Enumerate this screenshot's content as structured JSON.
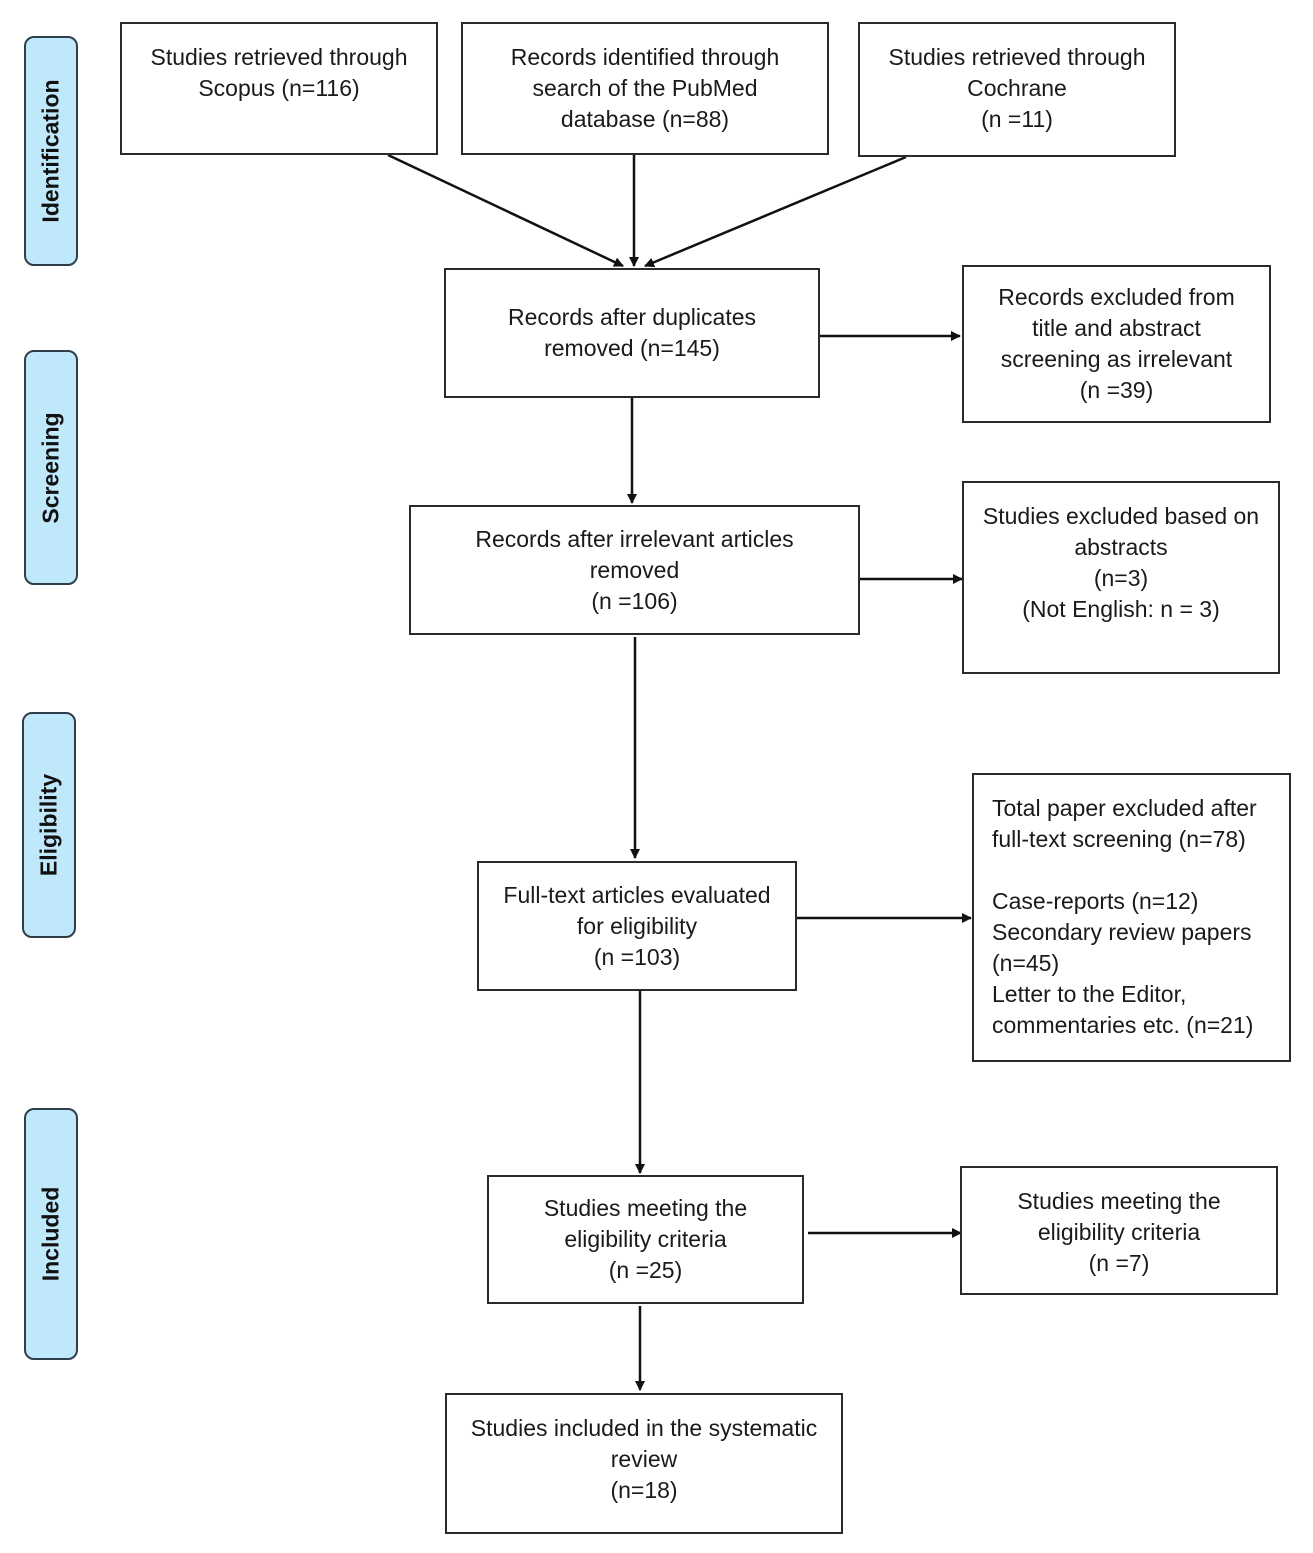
{
  "stages": {
    "identification": "Identification",
    "screening": "Screening",
    "eligibility": "Eligibility",
    "included": "Included"
  },
  "boxes": {
    "scopus": [
      "Studies retrieved through",
      "Scopus (n=116)"
    ],
    "pubmed": [
      "Records identified through",
      "search of the PubMed",
      "database (n=88)"
    ],
    "cochrane": [
      "Studies retrieved through",
      "Cochrane",
      "(n =11)"
    ],
    "after_duplicates": [
      "Records after duplicates",
      "removed (n=145)"
    ],
    "excluded_title_abstract": [
      "Records excluded from",
      "title and abstract",
      "screening as irrelevant",
      "(n =39)"
    ],
    "after_irrelevant": [
      "Records after irrelevant articles",
      "removed",
      "(n =106)"
    ],
    "excluded_abstracts": [
      "Studies excluded based on",
      "abstracts",
      "(n=3)",
      "(Not English: n = 3)"
    ],
    "fulltext_evaluated": [
      "Full-text articles evaluated",
      "for eligibility",
      "(n =103)"
    ],
    "excluded_fulltext": {
      "header": [
        "Total paper excluded after",
        "full-text screening (n=78)"
      ],
      "details": [
        "Case-reports (n=12)",
        "Secondary review papers",
        "(n=45)",
        "Letter to the Editor,",
        "commentaries etc. (n=21)"
      ]
    },
    "meeting_criteria": [
      "Studies meeting the",
      "eligibility criteria",
      "(n =25)"
    ],
    "meeting_criteria_right": [
      "Studies meeting the",
      "eligibility criteria",
      "(n =7)"
    ],
    "included_review": [
      "Studies included in the systematic",
      "review",
      "(n=18)"
    ]
  }
}
